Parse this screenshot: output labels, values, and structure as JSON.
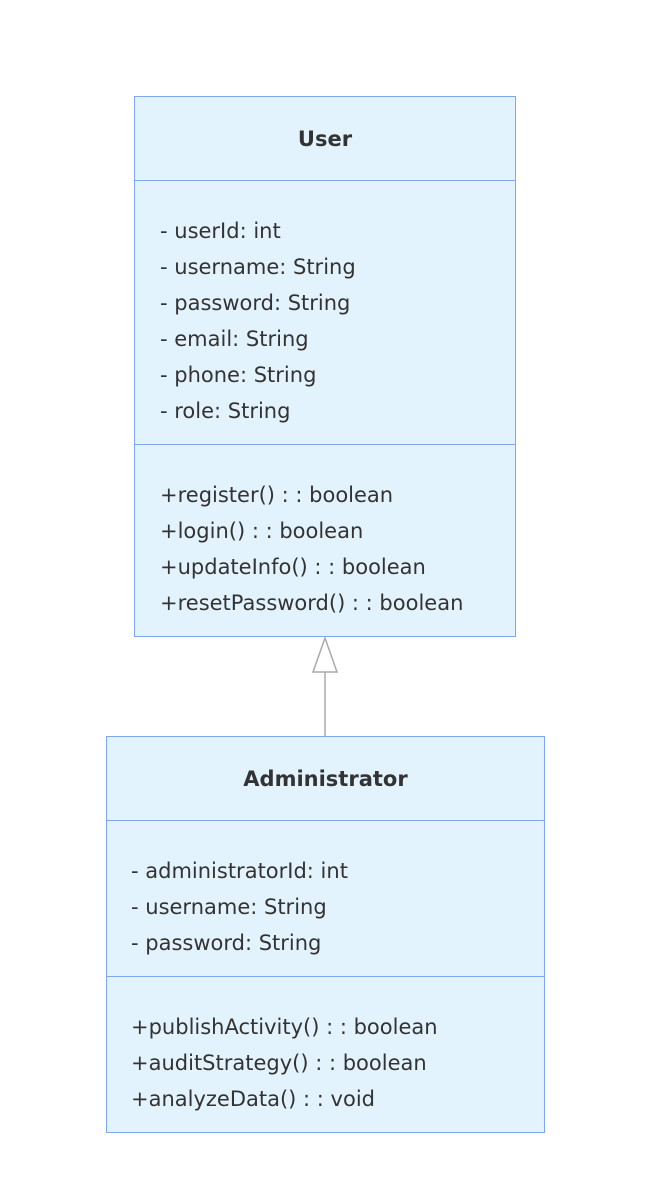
{
  "classes": {
    "user": {
      "name": "User",
      "attributes": [
        "- userId: int",
        "- username: String",
        "- password: String",
        "- email: String",
        "- phone: String",
        "- role: String"
      ],
      "methods": [
        "+register() : : boolean",
        "+login() : : boolean",
        "+updateInfo() : : boolean",
        "+resetPassword() : : boolean"
      ]
    },
    "administrator": {
      "name": "Administrator",
      "attributes": [
        "- administratorId: int",
        "- username: String",
        "- password: String"
      ],
      "methods": [
        "+publishActivity() : : boolean",
        "+auditStrategy() : : boolean",
        "+analyzeData() : : void"
      ]
    }
  },
  "relationships": [
    {
      "type": "inheritance",
      "from": "Administrator",
      "to": "User"
    }
  ],
  "colors": {
    "class_fill": "#e3f3fd",
    "class_border": "#7fa7f0",
    "text": "#333333",
    "arrow": "#aaaaaa"
  }
}
